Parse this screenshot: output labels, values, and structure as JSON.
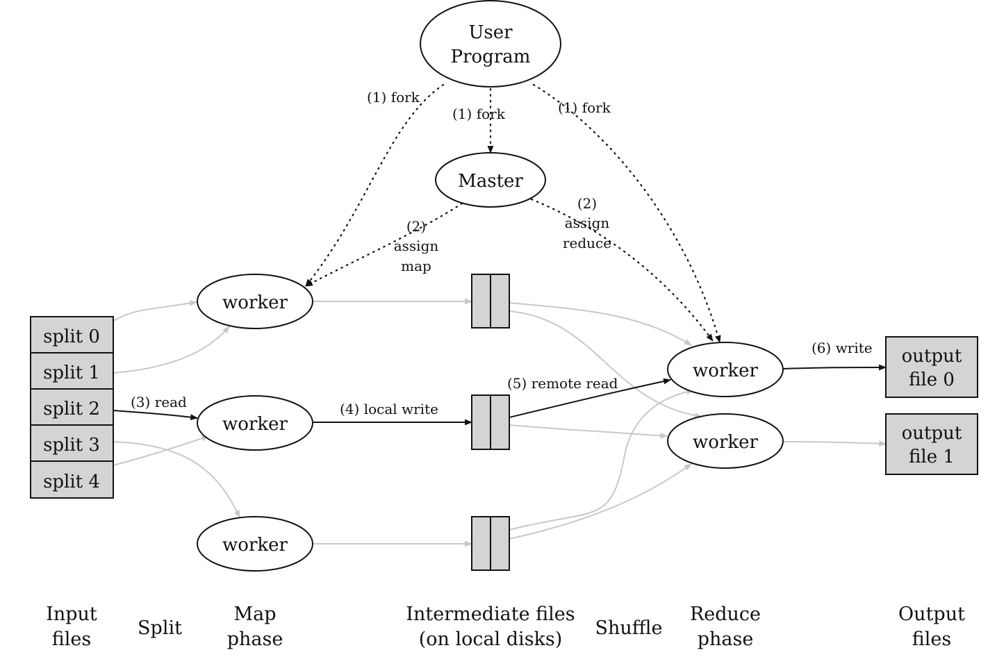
{
  "nodes": {
    "user_program": [
      "User",
      "Program"
    ],
    "master": "Master",
    "worker_label": "worker",
    "splits": [
      "split 0",
      "split 1",
      "split 2",
      "split 3",
      "split 4"
    ],
    "outputs": [
      [
        "output",
        "file 0"
      ],
      [
        "output",
        "file 1"
      ]
    ]
  },
  "edges": {
    "fork": "(1) fork",
    "assign_map": [
      "(2)",
      "assign",
      "map"
    ],
    "assign_reduce": [
      "(2)",
      "assign",
      "reduce"
    ],
    "read": "(3) read",
    "local_write": "(4) local write",
    "remote_read": "(5) remote read",
    "write": "(6) write"
  },
  "phases": {
    "input": [
      "Input",
      "files"
    ],
    "split": "Split",
    "map": [
      "Map",
      "phase"
    ],
    "intermediate": [
      "Intermediate files",
      "(on local disks)"
    ],
    "shuffle": "Shuffle",
    "reduce": [
      "Reduce",
      "phase"
    ],
    "output": [
      "Output",
      "files"
    ]
  },
  "colors": {
    "box_fill": "#d4d4d4",
    "active_edge": "#111111",
    "inactive_edge": "#c8c8c8"
  }
}
